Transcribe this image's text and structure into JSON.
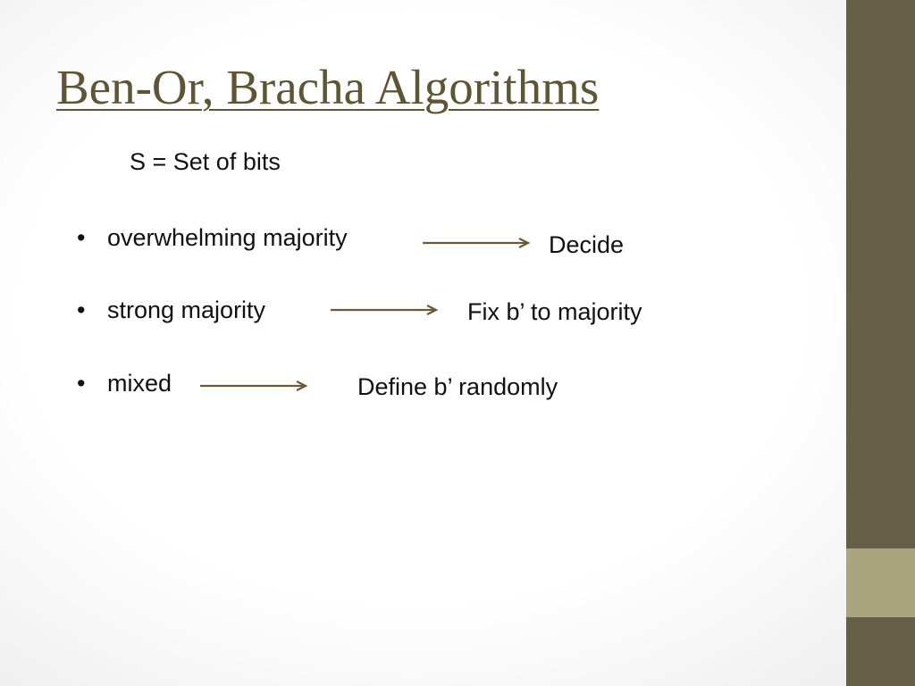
{
  "slide": {
    "title": "Ben-Or, Bracha Algorithms",
    "subtitle": "S = Set of bits",
    "bullet_symbol": "•",
    "rows": [
      {
        "condition": "overwhelming majority",
        "result": "Decide"
      },
      {
        "condition": "strong majority",
        "result": "Fix b’ to majority"
      },
      {
        "condition": "mixed",
        "result": "Define b’ randomly"
      }
    ]
  },
  "colors": {
    "title": "#5e5535",
    "arrow": "#6a5a35",
    "side_bar": "#665e47",
    "side_bar_accent": "#a9a57d",
    "body_text": "#111111"
  },
  "icons": {
    "arrow": "right-arrow-icon"
  }
}
